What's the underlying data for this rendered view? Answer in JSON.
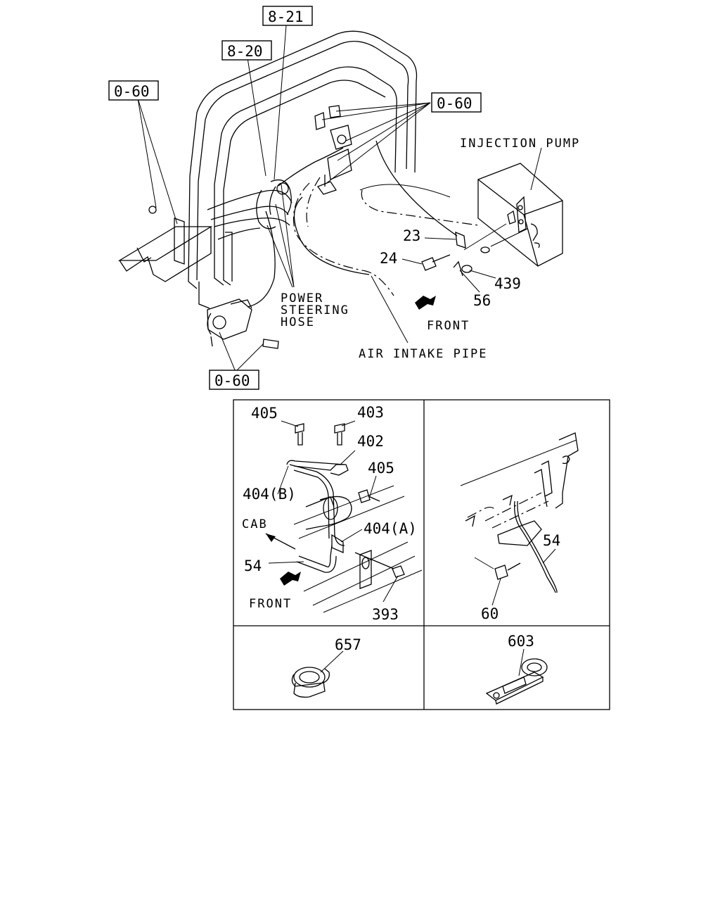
{
  "ref_boxes": [
    "8-21",
    "8-20",
    "0-60",
    "0-60",
    "0-60"
  ],
  "captions": {
    "injection_pump": "INJECTION PUMP",
    "power_steering_hose_1": "POWER",
    "power_steering_hose_2": "STEERING",
    "power_steering_hose_3": "HOSE",
    "front_top": "FRONT",
    "air_intake_pipe": "AIR INTAKE PIPE",
    "cab": "CAB",
    "front_detail": "FRONT"
  },
  "top_parts": [
    "23",
    "24",
    "439",
    "56"
  ],
  "detail_a_parts": [
    "405",
    "403",
    "402",
    "405",
    "404(B)",
    "404(A)",
    "54",
    "393"
  ],
  "detail_b_parts": [
    "54",
    "60"
  ],
  "detail_c_parts": [
    "657"
  ],
  "detail_d_parts": [
    "603"
  ]
}
